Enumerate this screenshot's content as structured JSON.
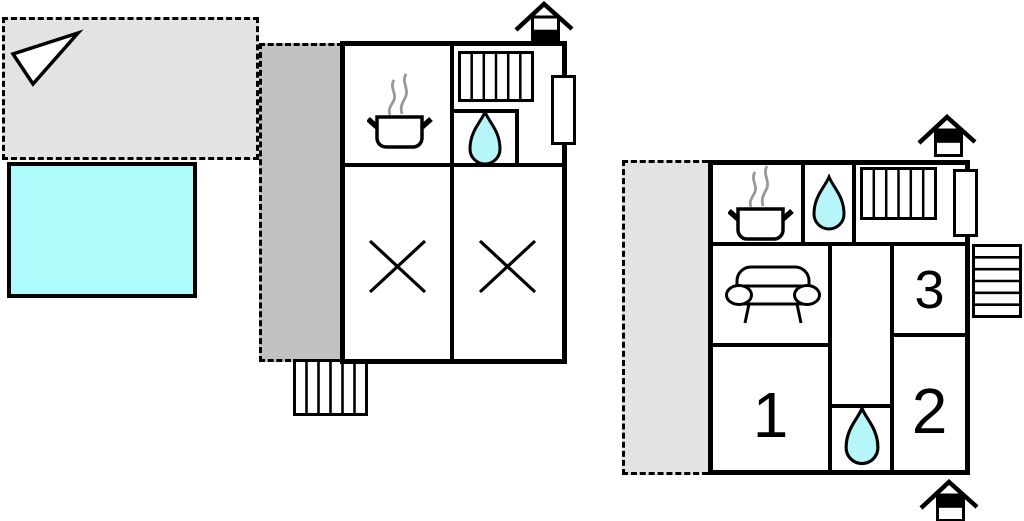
{
  "colors": {
    "wall": "#000000",
    "background": "#ffffff",
    "terrace_light": "#e3e3e3",
    "terrace_dark": "#c2c2c2",
    "pool": "#aefcfc",
    "water": "#b7f6f8",
    "steam": "#999999"
  },
  "site": {
    "north_arrow_icon": "north-arrow",
    "pool_icon": "swimming-pool",
    "terraces": [
      "terrace-upper-left",
      "terrace-left-building",
      "terrace-right-building"
    ]
  },
  "plans": {
    "ground_floor": {
      "floor_marker_icon": "house-marker-lower-filled",
      "kitchen_icon": "pot-with-steam",
      "radiator_icon": "radiator",
      "bath_icon": "water-drop",
      "bedrooms": [
        {
          "mark_icon": "x-cross"
        },
        {
          "mark_icon": "x-cross"
        }
      ],
      "stairs_icon": "stairs-vertical"
    },
    "first_floor": {
      "floor_marker_top_icon": "house-marker-upper-filled",
      "floor_marker_bottom_icon": "house-marker-upper-filled",
      "kitchen_icon": "pot-with-steam",
      "radiator_icon": "radiator",
      "bath_top_icon": "water-drop",
      "bath_bottom_icon": "water-drop",
      "sofa_icon": "sofa",
      "rooms": [
        {
          "number": "1"
        },
        {
          "number": "2"
        },
        {
          "number": "3"
        }
      ],
      "stairs_icon": "stairs-horizontal"
    }
  }
}
